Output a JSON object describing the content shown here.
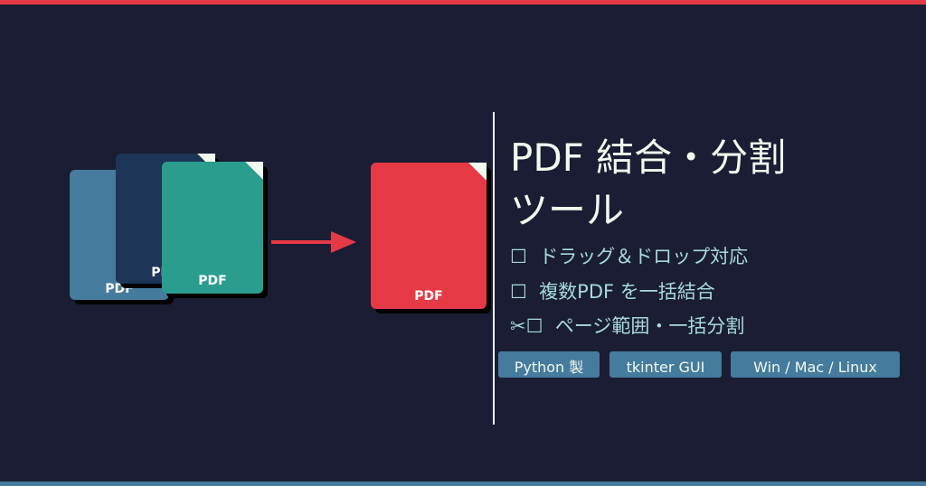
{
  "colors": {
    "background": "#1a1d33",
    "accent_red": "#e63946",
    "doc_blue": "#457b9d",
    "doc_navy": "#1d3557",
    "doc_teal": "#2a9d8f",
    "text_light": "#f1faee",
    "text_cyan": "#a8dadc"
  },
  "documents": {
    "back": {
      "label": "PDF"
    },
    "middle": {
      "label": "PDF"
    },
    "front": {
      "label": "PDF"
    },
    "result": {
      "label": "PDF"
    }
  },
  "title": {
    "line1": "PDF 結合・分割",
    "line2": "ツール"
  },
  "features": [
    {
      "icon": "☐",
      "text": "ドラッグ＆ドロップ対応"
    },
    {
      "icon": "☐",
      "text": "複数PDF を一括結合"
    },
    {
      "icon": "✂☐",
      "text": "ページ範囲・一括分割"
    }
  ],
  "badges": [
    "Python 製",
    "tkinter GUI",
    "Win / Mac / Linux"
  ]
}
